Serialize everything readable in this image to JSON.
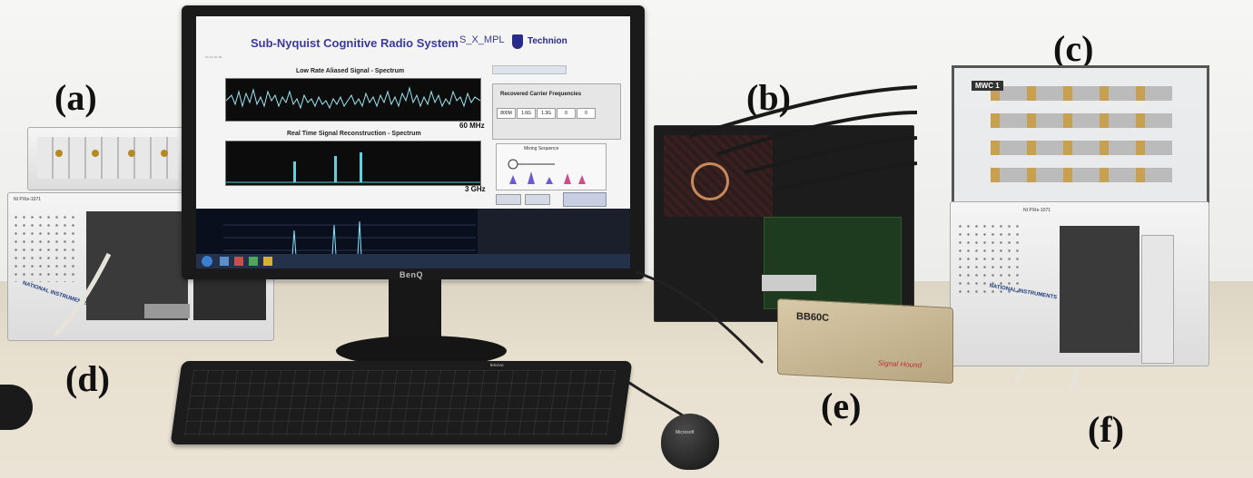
{
  "labels": {
    "a": "(a)",
    "b": "(b)",
    "c": "(c)",
    "d": "(d)",
    "e": "(e)",
    "f": "(f)"
  },
  "monitor": {
    "brand": "BenQ",
    "app": {
      "title": "Sub-Nyquist Cognitive Radio System",
      "logo_left": "S_X_MPL",
      "logo_right": "Technion",
      "panel1_title": "Low Rate Aliased Signal - Spectrum",
      "panel1_max": "60 MHz",
      "panel2_title": "Real Time Signal Reconstruction - Spectrum",
      "panel2_max": "3 GHz",
      "rcf_title": "Recovered Carrier Frequencies",
      "rcf_values": [
        "800M",
        "1.6G",
        "1.3G",
        "0",
        "0"
      ],
      "sampling_title": "Mixing Sequence"
    }
  },
  "instruments": {
    "ni_left": "NI PXIe-1071",
    "ni_right": "NI PXIe-1071",
    "ni_brand": "NATIONAL INSTRUMENTS",
    "mwc_label": "MWC 1",
    "analyzer_model": "BB60C",
    "analyzer_brand": "Signal Hound",
    "keyboard_brand": "lenovo",
    "mouse_brand": "Microsoft"
  },
  "colors": {
    "app_title": "#3a3a9a",
    "trace": "#7fe7ff",
    "analyzer_body": "#c8b58e"
  }
}
